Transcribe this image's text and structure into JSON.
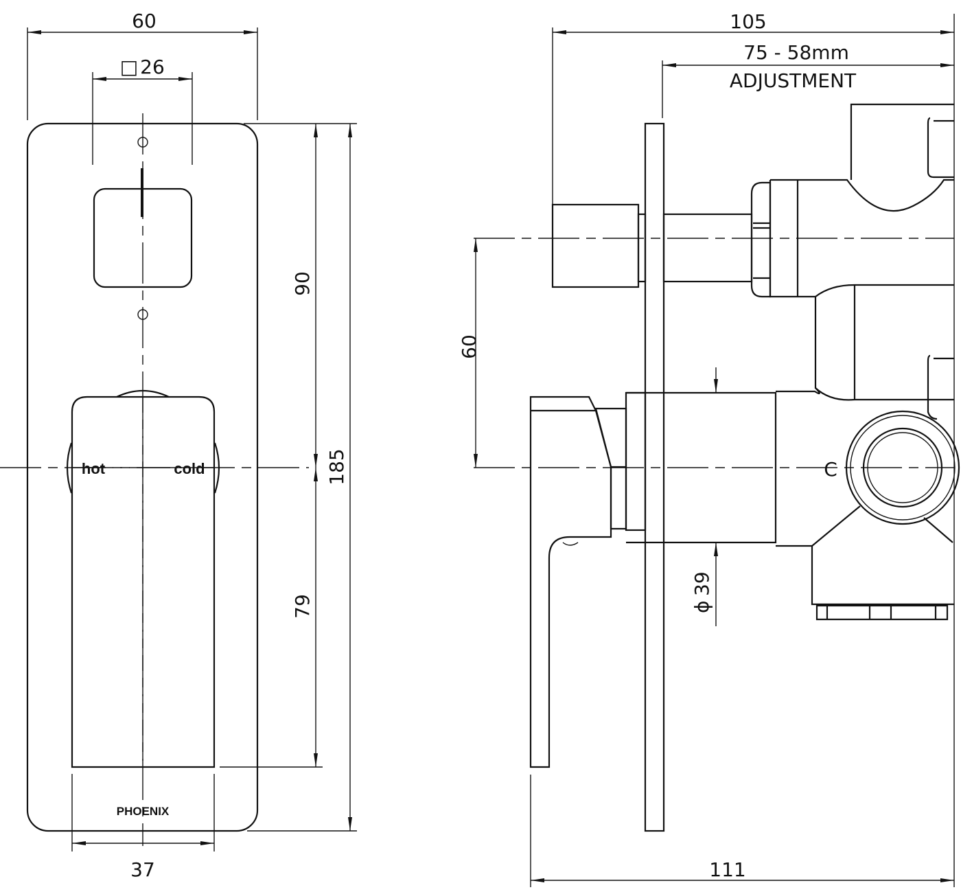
{
  "front_view": {
    "dims": {
      "width": "60",
      "knob_square": "26",
      "lever_width": "37",
      "knob_to_lever": "90",
      "lever_length": "79",
      "height": "185"
    },
    "knob_square_symbol": "□",
    "lever_labels": {
      "hot": "hot",
      "cold": "cold"
    },
    "brand": "PHOENIX"
  },
  "side_view": {
    "dims": {
      "depth": "105",
      "adjustment_range": "75 - 58mm",
      "adjustment_label": "ADJUSTMENT",
      "offset": "60",
      "diameter": "39",
      "overall": "111"
    },
    "diameter_symbol": "ϕ",
    "port_label": "C"
  }
}
